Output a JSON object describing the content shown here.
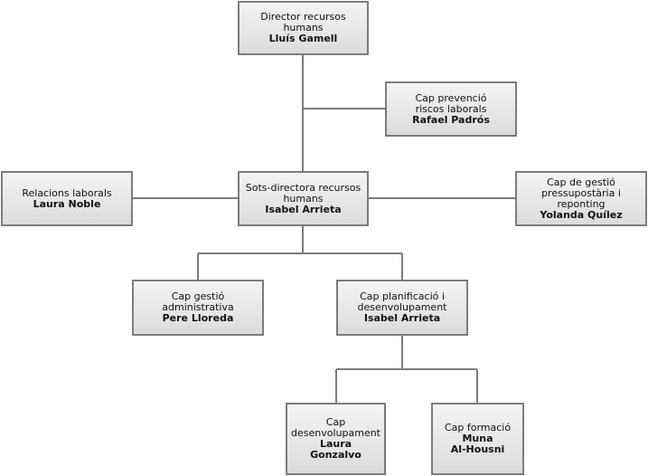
{
  "nodes": {
    "director": {
      "title_lines": [
        "Director recursos",
        "humans"
      ],
      "name_lines": [
        "Lluís Gamell"
      ]
    },
    "prevencio": {
      "title_lines": [
        "Cap prevenció",
        "riscos laborals"
      ],
      "name_lines": [
        "Rafael Padrós"
      ]
    },
    "sots": {
      "title_lines": [
        "Sots-directora recursos",
        "humans"
      ],
      "name_lines": [
        "Isabel Arrieta"
      ]
    },
    "relacions": {
      "title_lines": [
        "Relacions laborals"
      ],
      "name_lines": [
        "Laura Noble"
      ]
    },
    "pressup": {
      "title_lines": [
        "Cap de gestió",
        "pressupostària i",
        "reponting"
      ],
      "name_lines": [
        "Yolanda Quílez"
      ]
    },
    "gestio": {
      "title_lines": [
        "Cap gestió",
        "administrativa"
      ],
      "name_lines": [
        "Pere Lloreda"
      ]
    },
    "planif": {
      "title_lines": [
        "Cap planificació i",
        "desenvolupament"
      ],
      "name_lines": [
        "Isabel Arrieta"
      ]
    },
    "desenv": {
      "title_lines": [
        "Cap",
        "desenvolupament"
      ],
      "name_lines": [
        "Laura Gonzalvo"
      ]
    },
    "formacio": {
      "title_lines": [
        "Cap formació"
      ],
      "name_lines": [
        "Muna",
        "Al-Housni"
      ]
    }
  },
  "colors": {
    "line": "#7c7c7c",
    "box_border": "#7c7c7c"
  }
}
